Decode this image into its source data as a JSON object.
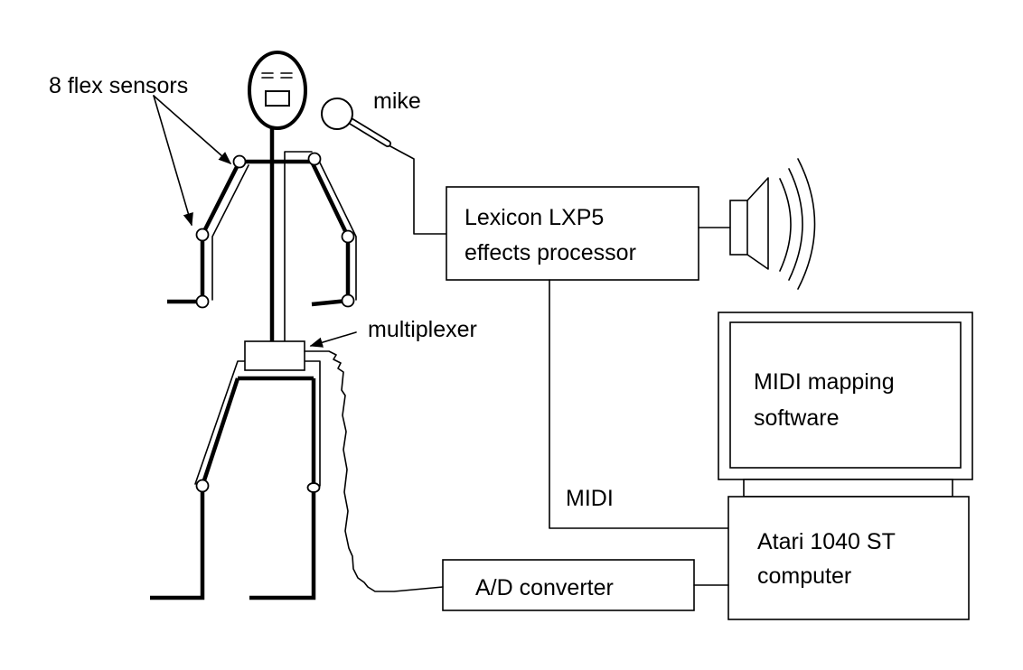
{
  "labels": {
    "flex_sensors": "8 flex sensors",
    "mike": "mike",
    "multiplexer": "multiplexer",
    "lexicon_line1": "Lexicon LXP5",
    "lexicon_line2": "effects processor",
    "midi_software_line1": "MIDI mapping",
    "midi_software_line2": "software",
    "midi": "MIDI",
    "atari_line1": "Atari 1040 ST",
    "atari_line2": "computer",
    "ad_converter": "A/D converter"
  }
}
